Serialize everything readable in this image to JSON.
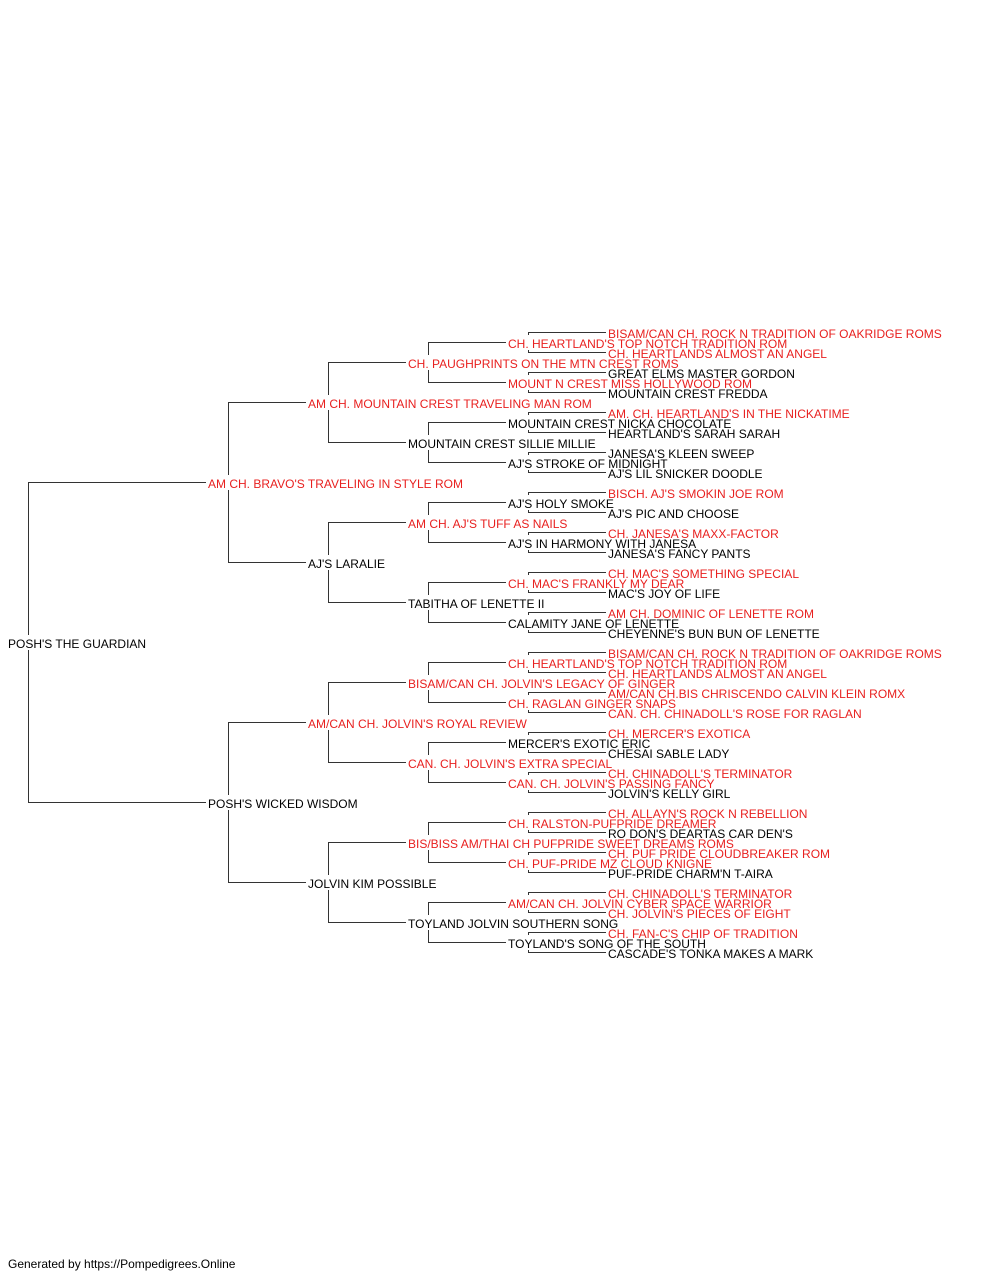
{
  "colors": {
    "champion": "#e8201f",
    "normal": "#000000",
    "lines": "#333333"
  },
  "pedigree": {
    "name": "POSH'S THE GUARDIAN",
    "champion": false,
    "sire": {
      "name": "AM CH. BRAVO'S TRAVELING IN STYLE ROM",
      "champion": true,
      "sire": {
        "name": "AM CH. MOUNTAIN CREST TRAVELING MAN ROM",
        "champion": true,
        "sire": {
          "name": "CH. PAUGHPRINTS ON THE MTN CREST ROMS",
          "champion": true,
          "sire": {
            "name": "CH. HEARTLAND'S TOP NOTCH TRADITION ROM",
            "champion": true,
            "sire": {
              "name": "BISAM/CAN CH. ROCK N TRADITION OF OAKRIDGE ROMS",
              "champion": true
            },
            "dam": {
              "name": "CH. HEARTLANDS ALMOST AN ANGEL",
              "champion": true
            }
          },
          "dam": {
            "name": "MOUNT N CREST MISS HOLLYWOOD ROM",
            "champion": true,
            "sire": {
              "name": "GREAT ELMS MASTER GORDON",
              "champion": false
            },
            "dam": {
              "name": "MOUNTAIN CREST FREDDA",
              "champion": false
            }
          }
        },
        "dam": {
          "name": "MOUNTAIN CREST SILLIE MILLIE",
          "champion": false,
          "sire": {
            "name": "MOUNTAIN CREST NICKA CHOCOLATE",
            "champion": false,
            "sire": {
              "name": "AM. CH. HEARTLAND'S IN THE NICKATIME",
              "champion": true
            },
            "dam": {
              "name": "HEARTLAND'S SARAH SARAH",
              "champion": false
            }
          },
          "dam": {
            "name": "AJ'S STROKE OF MIDNIGHT",
            "champion": false,
            "sire": {
              "name": "JANESA'S KLEEN SWEEP",
              "champion": false
            },
            "dam": {
              "name": "AJ'S LIL SNICKER DOODLE",
              "champion": false
            }
          }
        }
      },
      "dam": {
        "name": "AJ'S LARALIE",
        "champion": false,
        "sire": {
          "name": "AM CH. AJ'S TUFF AS NAILS",
          "champion": true,
          "sire": {
            "name": "AJ'S HOLY SMOKE",
            "champion": false,
            "sire": {
              "name": "BISCH. AJ'S SMOKIN JOE ROM",
              "champion": true
            },
            "dam": {
              "name": "AJ'S PIC AND CHOOSE",
              "champion": false
            }
          },
          "dam": {
            "name": "AJ'S IN HARMONY WITH JANESA",
            "champion": false,
            "sire": {
              "name": "CH. JANESA'S MAXX-FACTOR",
              "champion": true
            },
            "dam": {
              "name": "JANESA'S FANCY PANTS",
              "champion": false
            }
          }
        },
        "dam": {
          "name": "TABITHA OF LENETTE II",
          "champion": false,
          "sire": {
            "name": "CH. MAC'S FRANKLY MY DEAR",
            "champion": true,
            "sire": {
              "name": "CH. MAC'S SOMETHING SPECIAL",
              "champion": true
            },
            "dam": {
              "name": "MAC'S JOY OF LIFE",
              "champion": false
            }
          },
          "dam": {
            "name": "CALAMITY JANE OF LENETTE",
            "champion": false,
            "sire": {
              "name": "AM CH. DOMINIC OF LENETTE ROM",
              "champion": true
            },
            "dam": {
              "name": "CHEYENNE'S BUN BUN OF LENETTE",
              "champion": false
            }
          }
        }
      }
    },
    "dam": {
      "name": "POSH'S WICKED WISDOM",
      "champion": false,
      "sire": {
        "name": "AM/CAN CH. JOLVIN'S ROYAL REVIEW",
        "champion": true,
        "sire": {
          "name": "BISAM/CAN CH. JOLVIN'S LEGACY OF GINGER",
          "champion": true,
          "sire": {
            "name": "CH. HEARTLAND'S TOP NOTCH TRADITION ROM",
            "champion": true,
            "sire": {
              "name": "BISAM/CAN CH. ROCK N TRADITION OF OAKRIDGE ROMS",
              "champion": true
            },
            "dam": {
              "name": "CH. HEARTLANDS ALMOST AN ANGEL",
              "champion": true
            }
          },
          "dam": {
            "name": "CH. RAGLAN GINGER SNAPS",
            "champion": true,
            "sire": {
              "name": "AM/CAN CH.BIS CHRISCENDO CALVIN KLEIN ROMX",
              "champion": true
            },
            "dam": {
              "name": "CAN. CH. CHINADOLL'S ROSE FOR RAGLAN",
              "champion": true
            }
          }
        },
        "dam": {
          "name": "CAN. CH. JOLVIN'S EXTRA SPECIAL",
          "champion": true,
          "sire": {
            "name": "MERCER'S EXOTIC ERIC",
            "champion": false,
            "sire": {
              "name": "CH. MERCER'S EXOTICA",
              "champion": true
            },
            "dam": {
              "name": "CHESAI SABLE LADY",
              "champion": false
            }
          },
          "dam": {
            "name": "CAN. CH. JOLVIN'S PASSING FANCY",
            "champion": true,
            "sire": {
              "name": "CH. CHINADOLL'S TERMINATOR",
              "champion": true
            },
            "dam": {
              "name": "JOLVIN'S KELLY GIRL",
              "champion": false
            }
          }
        }
      },
      "dam": {
        "name": "JOLVIN KIM POSSIBLE",
        "champion": false,
        "sire": {
          "name": "BIS/BISS AM/THAI CH PUFPRIDE SWEET DREAMS ROMS",
          "champion": true,
          "sire": {
            "name": "CH. RALSTON-PUFPRIDE DREAMER",
            "champion": true,
            "sire": {
              "name": "CH. ALLAYN'S ROCK N REBELLION",
              "champion": true
            },
            "dam": {
              "name": "RO DON'S DEARTAS CAR DEN'S",
              "champion": false
            }
          },
          "dam": {
            "name": "CH. PUF-PRIDE MZ CLOUD KNIGNE",
            "champion": true,
            "sire": {
              "name": "CH. PUF PRIDE CLOUDBREAKER ROM",
              "champion": true
            },
            "dam": {
              "name": "PUF-PRIDE CHARM'N T-AIRA",
              "champion": false
            }
          }
        },
        "dam": {
          "name": "TOYLAND JOLVIN SOUTHERN SONG",
          "champion": false,
          "sire": {
            "name": "AM/CAN CH. JOLVIN CYBER SPACE WARRIOR",
            "champion": true,
            "sire": {
              "name": "CH. CHINADOLL'S TERMINATOR",
              "champion": true
            },
            "dam": {
              "name": "CH. JOLVIN'S PIECES OF EIGHT",
              "champion": true
            }
          },
          "dam": {
            "name": "TOYLAND'S SONG OF THE SOUTH",
            "champion": false,
            "sire": {
              "name": "CH. FAN-C'S CHIP OF TRADITION",
              "champion": true
            },
            "dam": {
              "name": "CASCADE'S TONKA MAKES A MARK",
              "champion": false
            }
          }
        }
      }
    }
  },
  "footer": {
    "text": "Generated by https://Pompedigrees.Online"
  }
}
